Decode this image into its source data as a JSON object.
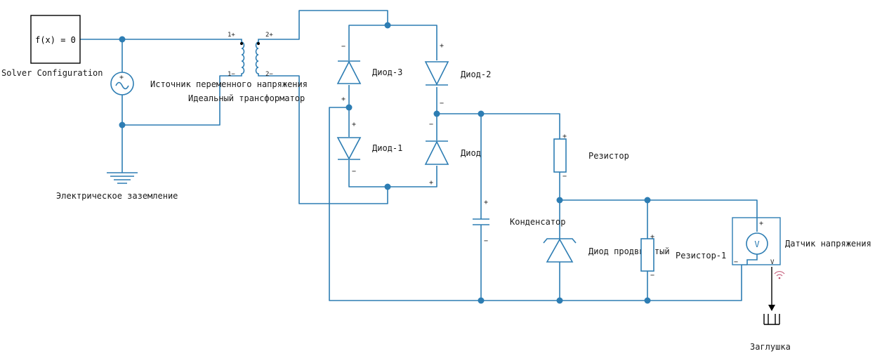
{
  "blocks": {
    "solver": {
      "box_text": "f(x) = 0",
      "label": "Solver Configuration"
    },
    "ac_source": {
      "label": "Источник переменного напряжения"
    },
    "ground": {
      "label": "Электрическое заземление"
    },
    "transformer": {
      "label": "Идеальный трансформатор",
      "pins": {
        "p1plus": "1+",
        "p1minus": "1−",
        "p2plus": "2+",
        "p2minus": "2−"
      }
    },
    "diode3": {
      "label": "Диод-3"
    },
    "diode2": {
      "label": "Диод-2"
    },
    "diode1": {
      "label": "Диод-1"
    },
    "diode": {
      "label": "Диод"
    },
    "resistor": {
      "label": "Резистор"
    },
    "capacitor": {
      "label": "Конденсатор"
    },
    "zener": {
      "label": "Диод продвинутый"
    },
    "resistor1": {
      "label": "Резистор-1"
    },
    "vsensor": {
      "label": "Датчик напряжения",
      "symbol": "V",
      "port": "V"
    },
    "terminator": {
      "label": "Заглушка"
    }
  },
  "signs": {
    "plus": "+",
    "minus": "−"
  },
  "colors": {
    "wire": "#2d7db3",
    "text": "#1a1a1a",
    "background": "#ffffff",
    "sensor_port": "#c05070"
  }
}
